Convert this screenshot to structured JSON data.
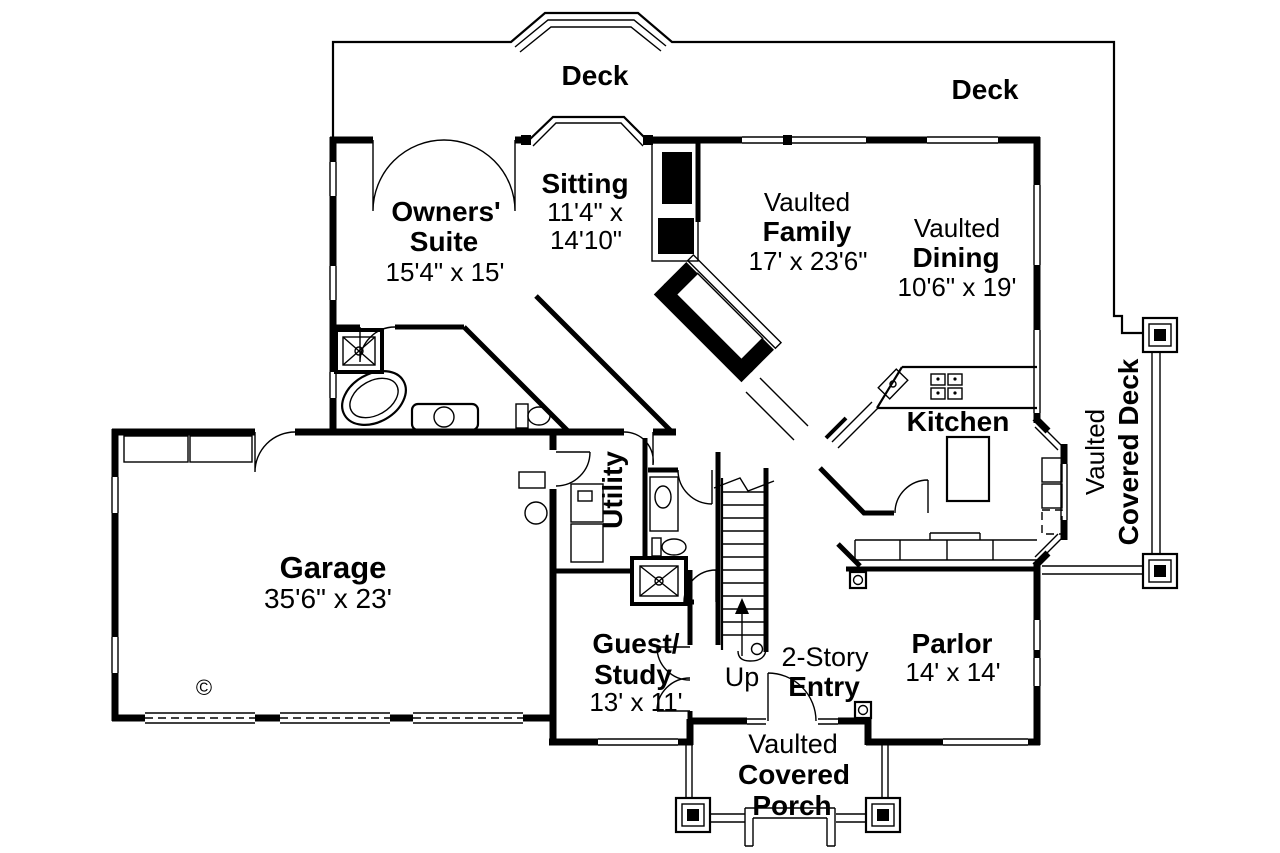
{
  "plan": {
    "decks": {
      "top": "Deck",
      "right": "Deck"
    },
    "rooms": {
      "owners_suite": {
        "line1": "Owners'",
        "line2": "Suite",
        "dims": "15'4\" x 15'"
      },
      "sitting": {
        "name": "Sitting",
        "dims_line1": "11'4\" x",
        "dims_line2": "14'10\""
      },
      "family": {
        "prefix": "Vaulted",
        "name": "Family",
        "dims": "17' x 23'6\""
      },
      "dining": {
        "prefix": "Vaulted",
        "name": "Dining",
        "dims": "10'6\" x 19'"
      },
      "kitchen": {
        "name": "Kitchen"
      },
      "covered_deck": {
        "prefix": "Vaulted",
        "name": "Covered Deck"
      },
      "garage": {
        "name": "Garage",
        "dims": "35'6\" x 23'"
      },
      "utility": {
        "name": "Utility"
      },
      "guest_study": {
        "line1": "Guest/",
        "line2": "Study",
        "dims": "13' x 11'"
      },
      "entry": {
        "prefix": "2-Story",
        "name": "Entry"
      },
      "parlor": {
        "name": "Parlor",
        "dims": "14' x 14'"
      },
      "porch": {
        "prefix": "Vaulted",
        "line1": "Covered",
        "line2": "Porch"
      }
    },
    "stairs": {
      "up_label": "Up"
    },
    "copyright_symbol": "©",
    "colors": {
      "ink": "#000000",
      "paper": "#ffffff"
    }
  }
}
